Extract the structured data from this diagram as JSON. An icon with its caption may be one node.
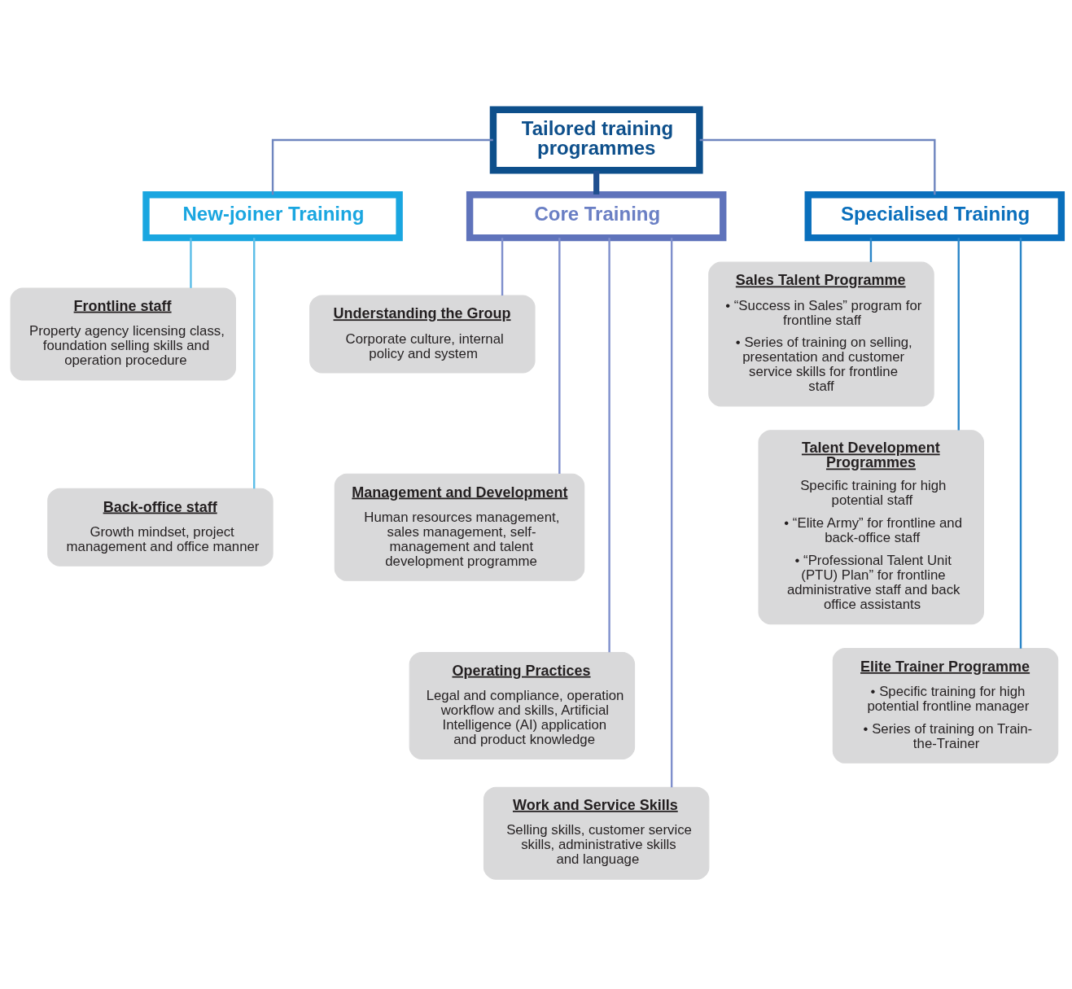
{
  "diagram": {
    "nodes": [
      {
        "text": [
          "Tailored training programmes"
        ]
      },
      {
        "text": [
          "New-joiner Training"
        ]
      },
      {
        "text": [
          "Core Training"
        ]
      },
      {
        "text": [
          "Specialised Training"
        ]
      },
      {
        "text": [
          "Frontline staff",
          "Property agency licensing class, foundation selling skills and operation procedure"
        ]
      },
      {
        "text": [
          "Back-office staff",
          "Growth mindset, project management and office manner"
        ]
      },
      {
        "text": [
          "Understanding the Group",
          "Corporate culture, internal policy and system"
        ]
      },
      {
        "text": [
          "Management and Development",
          "Human resources management, sales management, self-management and talent development programme"
        ]
      },
      {
        "text": [
          "Operating Practices",
          "Legal and compliance, operation workflow and skills, Artificial Intelligence (AI) application and product knowledge"
        ]
      },
      {
        "text": [
          "Work and Service Skills",
          "Selling skills, customer service skills, administrative skills and language"
        ]
      },
      {
        "text": [
          "Sales Talent Programme",
          "• “Success in Sales” program for frontline staff",
          "• Series of training on selling, presentation and customer service skills for frontline staff"
        ]
      },
      {
        "text": [
          "Talent Development Programmes",
          "Specific training for high potential staff",
          "• “Elite Army” for frontline and back-office staff",
          "• “Professional Talent Unit (PTU) Plan” for frontline administrative staff and back office assistants"
        ]
      },
      {
        "text": [
          "Elite Trainer Programme",
          "• Specific training for high potential frontline manager",
          "• Series of training on Train-the-Trainer"
        ]
      }
    ],
    "edges": [
      {
        "from": 0,
        "to": 1,
        "arrow": "none",
        "color": "#6f86bf"
      },
      {
        "from": 0,
        "to": 2,
        "arrow": "none",
        "color": "#1f4f8f",
        "style": "thick"
      },
      {
        "from": 0,
        "to": 3,
        "arrow": "none",
        "color": "#6f86bf"
      },
      {
        "from": 1,
        "to": 4,
        "arrow": "none",
        "color": "#5bbde8"
      },
      {
        "from": 1,
        "to": 5,
        "arrow": "none",
        "color": "#5bbde8"
      },
      {
        "from": 2,
        "to": 6,
        "arrow": "none",
        "color": "#7f8fcc"
      },
      {
        "from": 2,
        "to": 7,
        "arrow": "none",
        "color": "#7f8fcc"
      },
      {
        "from": 2,
        "to": 8,
        "arrow": "none",
        "color": "#7f8fcc"
      },
      {
        "from": 2,
        "to": 9,
        "arrow": "none",
        "color": "#7f8fcc"
      },
      {
        "from": 3,
        "to": 10,
        "arrow": "none",
        "color": "#2b86c8"
      },
      {
        "from": 3,
        "to": 11,
        "arrow": "none",
        "color": "#2b86c8"
      },
      {
        "from": 3,
        "to": 12,
        "arrow": "none",
        "color": "#2b86c8"
      }
    ]
  }
}
